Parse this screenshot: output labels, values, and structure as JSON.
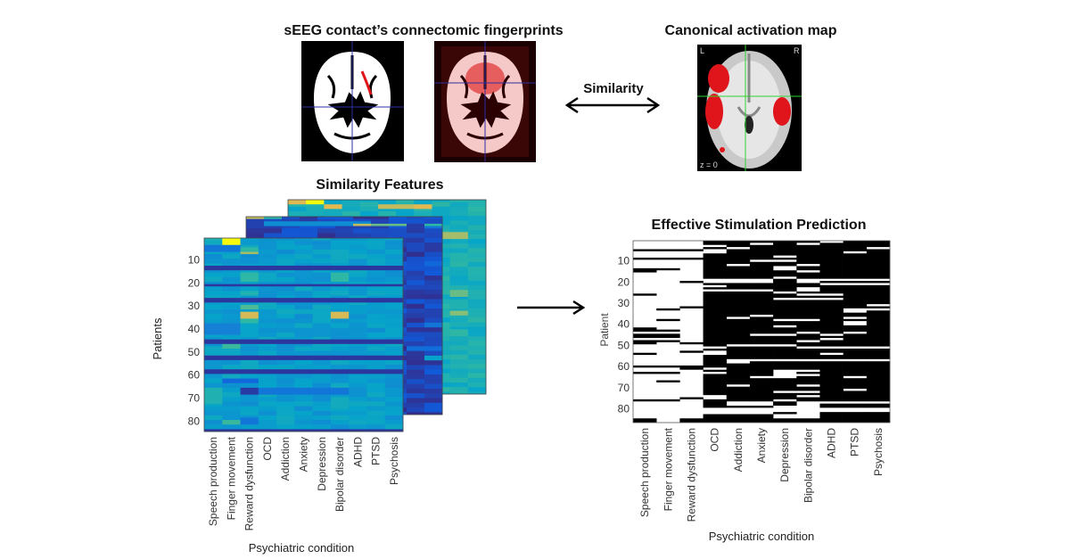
{
  "top": {
    "fingerprints_title": "sEEG contact’s connectomic fingerprints",
    "canonical_title": "Canonical activation map",
    "similarity_label": "Similarity",
    "canonical_labels": {
      "left": "L",
      "right": "R",
      "slice": "z = 0"
    }
  },
  "colors": {
    "accent_red": "#e0141b",
    "crosshair_green": "#2fd42f",
    "arrow": "#000000"
  },
  "chart_data": [
    {
      "type": "heatmap",
      "title": "Similarity Features",
      "xlabel": "Psychiatric condition",
      "ylabel": "Patients",
      "categories": [
        "Speech production",
        "Finger movement",
        "Reward dysfunction",
        "OCD",
        "Addiction",
        "Anxiety",
        "Depression",
        "Bipolar disorder",
        "ADHD",
        "PTSD",
        "Psychosis"
      ],
      "yticks": [
        "10",
        "20",
        "30",
        "40",
        "50",
        "60",
        "70",
        "80"
      ],
      "ytick_values": [
        10,
        20,
        30,
        40,
        50,
        60,
        70,
        80
      ],
      "n_rows": 84,
      "colormap": "parula",
      "clim": [
        0,
        1
      ],
      "panels": [
        {
          "name": "back",
          "base": 0.52,
          "dark_rows": [],
          "overrides": [
            [
              1,
              2,
              0,
              1,
              0.9
            ],
            [
              1,
              2,
              1,
              1,
              1.0
            ],
            [
              3,
              4,
              2,
              2,
              0.9
            ],
            [
              3,
              4,
              5,
              5,
              0.85
            ],
            [
              3,
              4,
              6,
              6,
              0.85
            ],
            [
              3,
              4,
              7,
              7,
              0.9
            ],
            [
              15,
              17,
              8,
              9,
              0.8
            ],
            [
              40,
              42,
              9,
              9,
              0.7
            ],
            [
              49,
              50,
              9,
              9,
              0.75
            ],
            [
              57,
              59,
              9,
              9,
              0.6
            ]
          ]
        },
        {
          "name": "middle",
          "base": 0.08,
          "dark_rows": [],
          "overrides": [
            [
              1,
              1,
              0,
              0,
              0.85
            ],
            [
              1,
              1,
              1,
              1,
              0.6
            ],
            [
              3,
              4,
              1,
              6,
              0.35
            ],
            [
              4,
              4,
              6,
              6,
              0.85
            ],
            [
              4,
              4,
              7,
              8,
              0.7
            ],
            [
              4,
              4,
              10,
              10,
              0.6
            ],
            [
              5,
              5,
              10,
              10,
              0.25
            ],
            [
              20,
              21,
              10,
              10,
              0.2
            ],
            [
              46,
              47,
              10,
              10,
              0.25
            ],
            [
              56,
              57,
              9,
              10,
              0.22
            ],
            [
              60,
              61,
              10,
              10,
              0.45
            ]
          ]
        },
        {
          "name": "front",
          "base": 0.42,
          "dark_rows": [
            13,
            14,
            21,
            27,
            28,
            45,
            46,
            52,
            53,
            58,
            59,
            84
          ],
          "overrides": [
            [
              1,
              1,
              0,
              0,
              0.55
            ],
            [
              1,
              3,
              1,
              1,
              1.0
            ],
            [
              4,
              6,
              0,
              1,
              0.25
            ],
            [
              5,
              7,
              2,
              2,
              0.6
            ],
            [
              7,
              7,
              2,
              2,
              0.8
            ],
            [
              16,
              19,
              2,
              2,
              0.6
            ],
            [
              16,
              19,
              7,
              7,
              0.6
            ],
            [
              24,
              25,
              2,
              2,
              0.55
            ],
            [
              30,
              31,
              2,
              2,
              0.65
            ],
            [
              33,
              35,
              2,
              2,
              0.88
            ],
            [
              33,
              35,
              7,
              7,
              0.88
            ],
            [
              36,
              37,
              2,
              2,
              0.6
            ],
            [
              38,
              42,
              0,
              1,
              0.3
            ],
            [
              47,
              48,
              1,
              1,
              0.62
            ],
            [
              62,
              63,
              1,
              2,
              0.2
            ],
            [
              66,
              68,
              2,
              2,
              0.05
            ],
            [
              66,
              68,
              3,
              7,
              0.25
            ],
            [
              66,
              72,
              0,
              0,
              0.55
            ],
            [
              70,
              74,
              7,
              7,
              0.5
            ],
            [
              80,
              81,
              1,
              1,
              0.62
            ],
            [
              79,
              81,
              2,
              2,
              0.25
            ]
          ]
        }
      ]
    },
    {
      "type": "heatmap",
      "title": "Effective Stimulation Prediction",
      "xlabel": "Psychiatric condition",
      "ylabel": "Patient",
      "categories": [
        "Speech production",
        "Finger movement",
        "Reward dysfunction",
        "OCD",
        "Addiction",
        "Anxiety",
        "Depression",
        "Bipolar disorder",
        "ADHD",
        "PTSD",
        "Psychosis"
      ],
      "yticks": [
        "10",
        "20",
        "30",
        "40",
        "50",
        "60",
        "70",
        "80"
      ],
      "ytick_values": [
        10,
        20,
        30,
        40,
        50,
        60,
        70,
        80
      ],
      "n_rows": 86,
      "black_runs": [
        [
          [
            5,
            5
          ],
          [
            9,
            9
          ],
          [
            14,
            15
          ],
          [
            26,
            26
          ],
          [
            42,
            43
          ],
          [
            45,
            46
          ],
          [
            48,
            49
          ],
          [
            54,
            54
          ],
          [
            60,
            60
          ],
          [
            63,
            63
          ],
          [
            76,
            76
          ],
          [
            85,
            86
          ]
        ],
        [
          [
            5,
            5
          ],
          [
            9,
            9
          ],
          [
            14,
            14
          ],
          [
            33,
            33
          ],
          [
            38,
            38
          ],
          [
            43,
            43
          ],
          [
            45,
            46
          ],
          [
            48,
            48
          ],
          [
            60,
            60
          ],
          [
            63,
            63
          ],
          [
            67,
            67
          ],
          [
            76,
            76
          ]
        ],
        [
          [
            5,
            5
          ],
          [
            9,
            9
          ],
          [
            20,
            20
          ],
          [
            32,
            32
          ],
          [
            49,
            49
          ],
          [
            53,
            53
          ],
          [
            60,
            61
          ],
          [
            75,
            75
          ],
          [
            85,
            86
          ]
        ],
        [
          [
            1,
            2
          ],
          [
            4,
            4
          ],
          [
            7,
            18
          ],
          [
            21,
            21
          ],
          [
            23,
            23
          ],
          [
            25,
            50
          ],
          [
            52,
            52
          ],
          [
            55,
            60
          ],
          [
            62,
            62
          ],
          [
            64,
            73
          ],
          [
            76,
            79
          ],
          [
            83,
            86
          ]
        ],
        [
          [
            1,
            3
          ],
          [
            5,
            11
          ],
          [
            13,
            18
          ],
          [
            21,
            23
          ],
          [
            25,
            36
          ],
          [
            38,
            49
          ],
          [
            51,
            56
          ],
          [
            59,
            68
          ],
          [
            70,
            76
          ],
          [
            79,
            79
          ],
          [
            83,
            86
          ]
        ],
        [
          [
            1,
            1
          ],
          [
            3,
            9
          ],
          [
            11,
            18
          ],
          [
            21,
            23
          ],
          [
            25,
            35
          ],
          [
            37,
            44
          ],
          [
            46,
            49
          ],
          [
            51,
            56
          ],
          [
            58,
            64
          ],
          [
            66,
            76
          ],
          [
            79,
            79
          ],
          [
            83,
            86
          ]
        ],
        [
          [
            1,
            7
          ],
          [
            9,
            9
          ],
          [
            11,
            12
          ],
          [
            15,
            17
          ],
          [
            19,
            24
          ],
          [
            26,
            27
          ],
          [
            29,
            37
          ],
          [
            39,
            40
          ],
          [
            42,
            44
          ],
          [
            46,
            49
          ],
          [
            51,
            56
          ],
          [
            58,
            61
          ],
          [
            66,
            71
          ],
          [
            73,
            75
          ],
          [
            77,
            78
          ],
          [
            82,
            82
          ],
          [
            85,
            86
          ]
        ],
        [
          [
            1,
            1
          ],
          [
            3,
            11
          ],
          [
            13,
            14
          ],
          [
            16,
            18
          ],
          [
            21,
            22
          ],
          [
            25,
            25
          ],
          [
            27,
            27
          ],
          [
            29,
            37
          ],
          [
            39,
            43
          ],
          [
            45,
            47
          ],
          [
            49,
            50
          ],
          [
            52,
            56
          ],
          [
            58,
            61
          ],
          [
            63,
            63
          ],
          [
            65,
            68
          ],
          [
            70,
            71
          ],
          [
            73,
            73
          ],
          [
            75,
            76
          ],
          [
            85,
            86
          ]
        ],
        [
          [
            2,
            18
          ],
          [
            20,
            20
          ],
          [
            22,
            25
          ],
          [
            27,
            27
          ],
          [
            29,
            44
          ],
          [
            46,
            46
          ],
          [
            48,
            50
          ],
          [
            52,
            53
          ],
          [
            55,
            56
          ],
          [
            58,
            76
          ],
          [
            78,
            79
          ],
          [
            82,
            86
          ]
        ],
        [
          [
            1,
            5
          ],
          [
            7,
            18
          ],
          [
            20,
            20
          ],
          [
            22,
            32
          ],
          [
            35,
            36
          ],
          [
            38,
            38
          ],
          [
            41,
            43
          ],
          [
            45,
            50
          ],
          [
            52,
            56
          ],
          [
            58,
            64
          ],
          [
            66,
            70
          ],
          [
            72,
            76
          ],
          [
            78,
            79
          ],
          [
            82,
            86
          ]
        ],
        [
          [
            1,
            3
          ],
          [
            5,
            18
          ],
          [
            20,
            20
          ],
          [
            22,
            30
          ],
          [
            32,
            32
          ],
          [
            34,
            50
          ],
          [
            52,
            56
          ],
          [
            58,
            76
          ],
          [
            78,
            79
          ],
          [
            82,
            86
          ]
        ]
      ]
    }
  ]
}
